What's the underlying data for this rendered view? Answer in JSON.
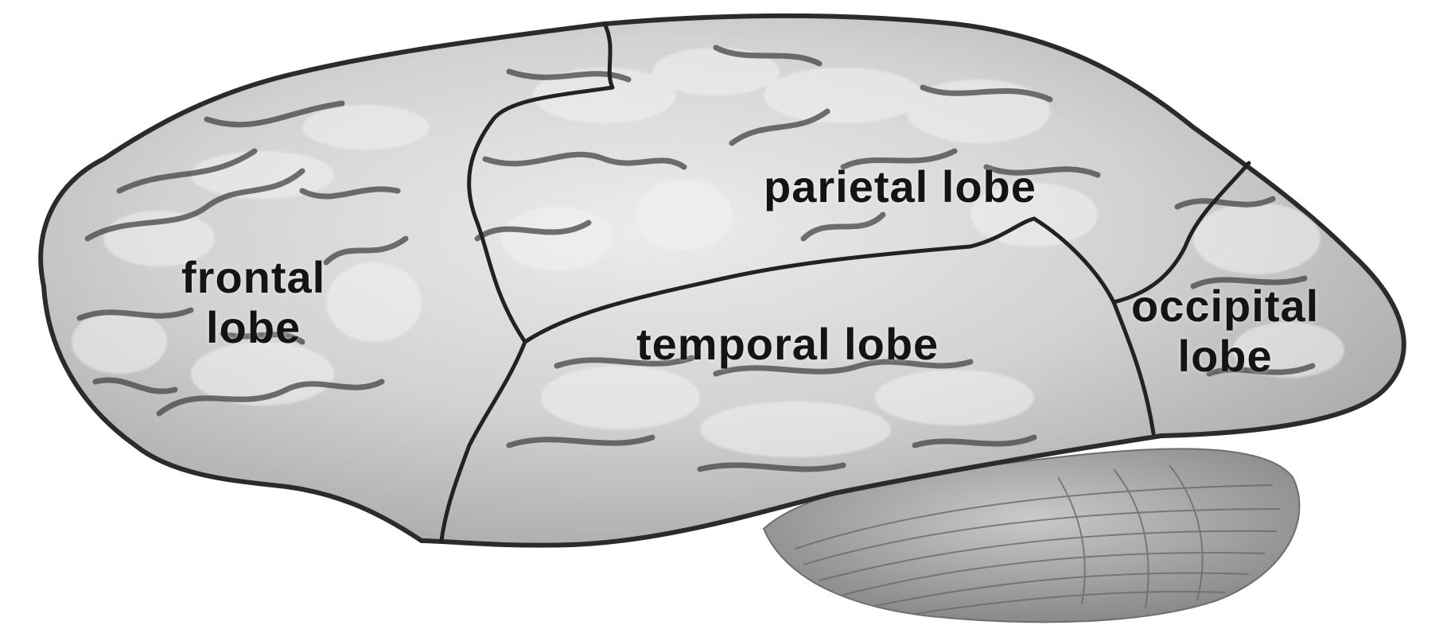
{
  "labels": {
    "frontal": {
      "line1": "frontal",
      "line2": "lobe"
    },
    "parietal": {
      "text": "parietal lobe"
    },
    "temporal": {
      "text": "temporal lobe"
    },
    "occipital": {
      "line1": "occipital",
      "line2": "lobe"
    }
  },
  "colors": {
    "background": "#ffffff",
    "cortex_light": "#e2e2e2",
    "cortex_mid": "#b4b4b4",
    "sulcus": "#4a4a4a",
    "boundary": "#262626",
    "cerebellum": "#9c9c9c",
    "label_text": "#141414"
  }
}
